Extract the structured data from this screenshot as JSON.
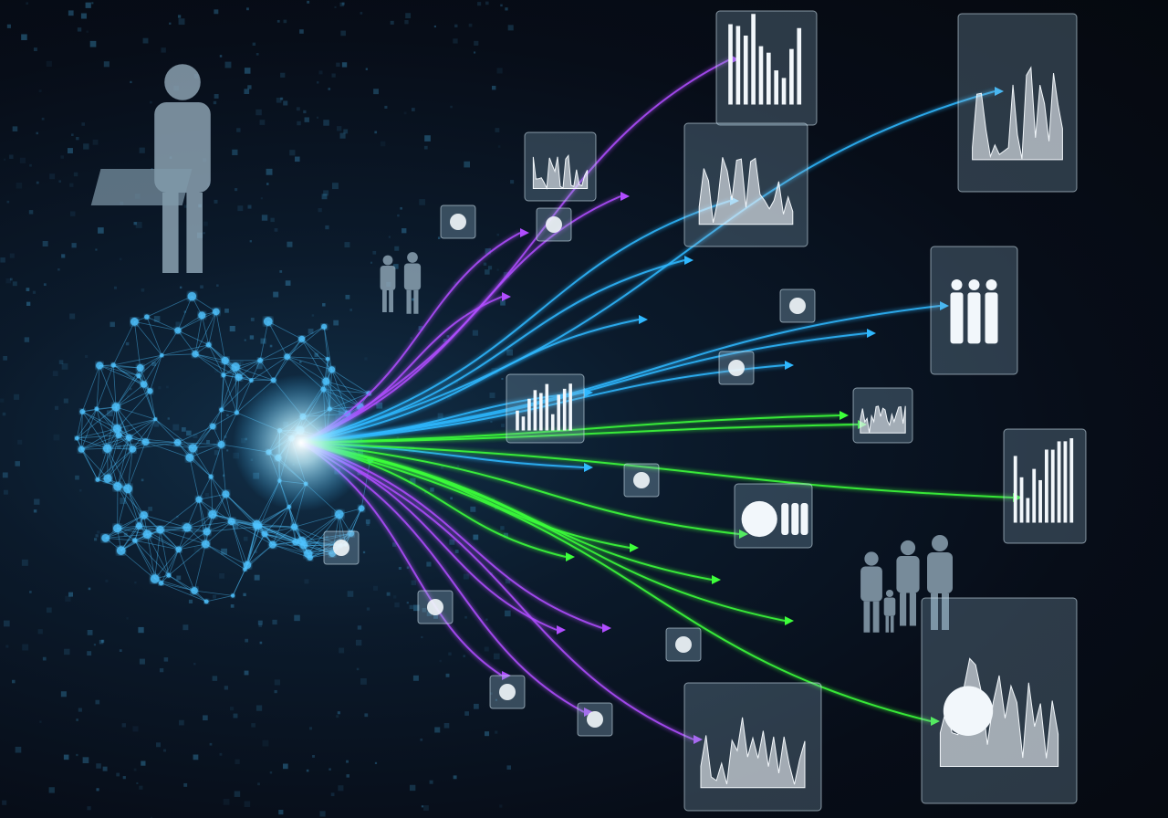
{
  "scene": {
    "subject": "data-network-illustration",
    "colors": {
      "background": "#070d18",
      "network_glow": "#4fc3ff",
      "core_glow": "#ffffff",
      "stream_purple": "#b04dff",
      "stream_cyan": "#2fb8ff",
      "stream_green": "#3dff3a",
      "panel_fill": "#8fb3c8",
      "panel_content": "#f2f7fb"
    },
    "panels": [
      {
        "kind": "bar-chart"
      },
      {
        "kind": "line-chart"
      },
      {
        "kind": "line-chart"
      },
      {
        "kind": "people-icon"
      },
      {
        "kind": "bar-chart"
      },
      {
        "kind": "pie-people"
      },
      {
        "kind": "pie-line-chart"
      },
      {
        "kind": "line-chart"
      },
      {
        "kind": "bar-chart"
      },
      {
        "kind": "line-chart"
      },
      {
        "kind": "line-chart"
      }
    ],
    "small_icons": [
      "pie-icon",
      "gear-icon",
      "people-icon",
      "chart-icon",
      "people-icon",
      "tools-icon",
      "tablet-icon",
      "chat-icon",
      "cloud-icon",
      "people-icon"
    ]
  }
}
